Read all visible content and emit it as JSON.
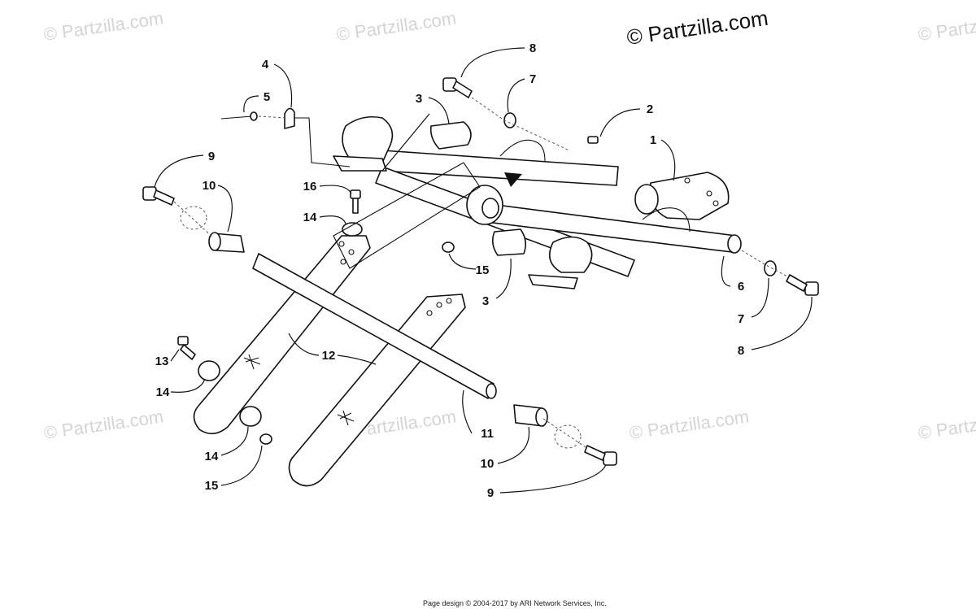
{
  "watermark": {
    "text": "© Partzilla.com",
    "main_text": "© Partzilla.com"
  },
  "callouts": {
    "c1": "1",
    "c2": "2",
    "c3a": "3",
    "c3b": "3",
    "c4": "4",
    "c5": "5",
    "c6": "6",
    "c7a": "7",
    "c7b": "7",
    "c8a": "8",
    "c8b": "8",
    "c9a": "9",
    "c9b": "9",
    "c10a": "10",
    "c10b": "10",
    "c11": "11",
    "c12": "12",
    "c13": "13",
    "c14a": "14",
    "c14b": "14",
    "c14c": "14",
    "c15a": "15",
    "c15b": "15",
    "c16": "16"
  },
  "footer": "Page design © 2004-2017 by ARI Network Services, Inc."
}
